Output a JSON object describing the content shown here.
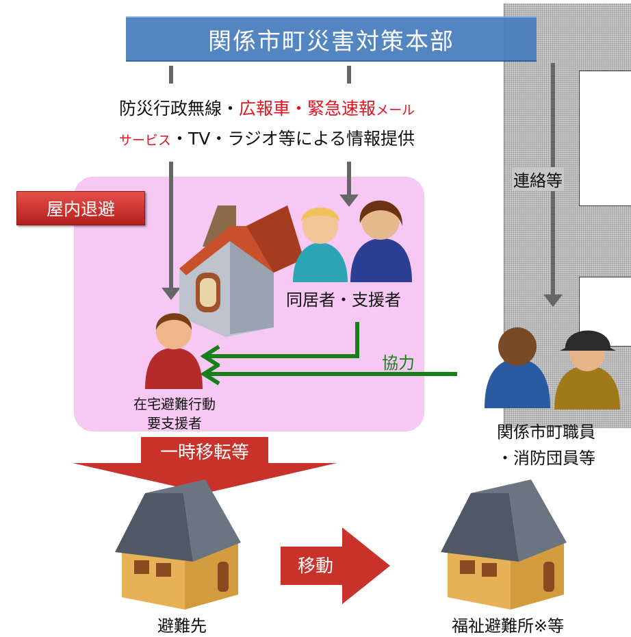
{
  "headquarters": "関係市町災害対策本部",
  "info": {
    "part1": "防災行政無線・",
    "part2": "広報車・緊急速報",
    "part3": "メール",
    "part4": "サービス",
    "part5": "・TV・ラジオ等による情報提供"
  },
  "indoor_evacuation": "屋内退避",
  "cohabitant_supporter": "同居者・支援者",
  "cooperation": "協力",
  "home_evacuee_line1": "在宅避難行動",
  "home_evacuee_line2": "要支援者",
  "temporary_relocation": "一時移転等",
  "contact": "連絡等",
  "staff_line1": "関係市町職員",
  "staff_line2": "・消防団員等",
  "evacuation_destination": "避難先",
  "move": "移動",
  "welfare_shelter": "福祉避難所※等",
  "colors": {
    "hq_blue": "#4a7fbe",
    "red_text": "#e0141e",
    "pink_zone": "#f6c8f3",
    "green_arrow": "#17801a",
    "badge_red": "#c0302a"
  }
}
